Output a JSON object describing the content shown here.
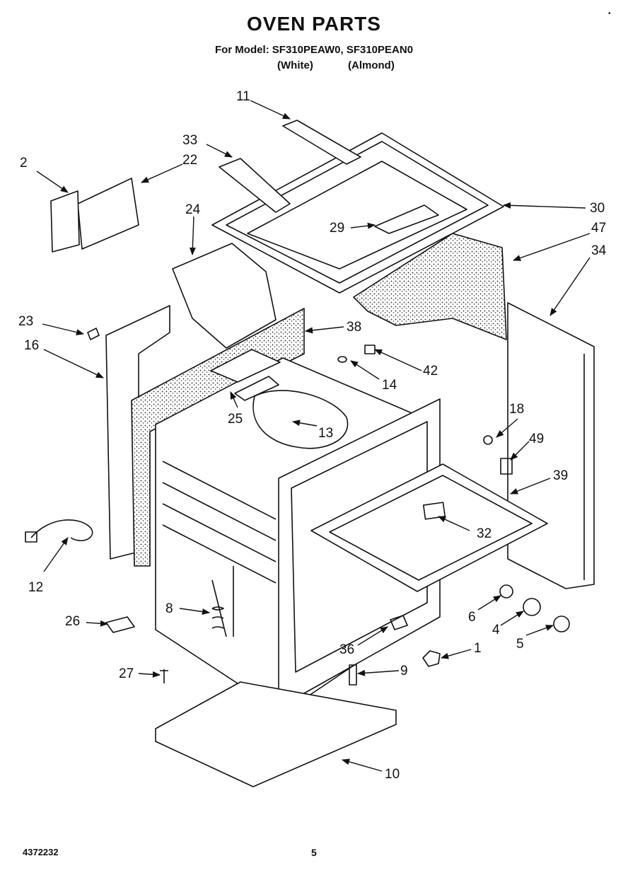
{
  "header": {
    "title": "OVEN PARTS",
    "models_line": "For Model: SF310PEAW0, SF310PEAN0",
    "color_white": "(White)",
    "color_almond": "(Almond)"
  },
  "footer": {
    "doc_number": "4372232",
    "page_number": "5",
    "corner_mark": "•"
  },
  "callouts": {
    "c1": "1",
    "c2": "2",
    "c4": "4",
    "c5": "5",
    "c6": "6",
    "c8": "8",
    "c9": "9",
    "c10": "10",
    "c11": "11",
    "c12": "12",
    "c13": "13",
    "c14": "14",
    "c16": "16",
    "c18": "18",
    "c22": "22",
    "c23": "23",
    "c24": "24",
    "c25": "25",
    "c26": "26",
    "c27": "27",
    "c29": "29",
    "c30": "30",
    "c32": "32",
    "c33": "33",
    "c34": "34",
    "c36": "36",
    "c38": "38",
    "c39": "39",
    "c42": "42",
    "c47": "47",
    "c49": "49"
  }
}
